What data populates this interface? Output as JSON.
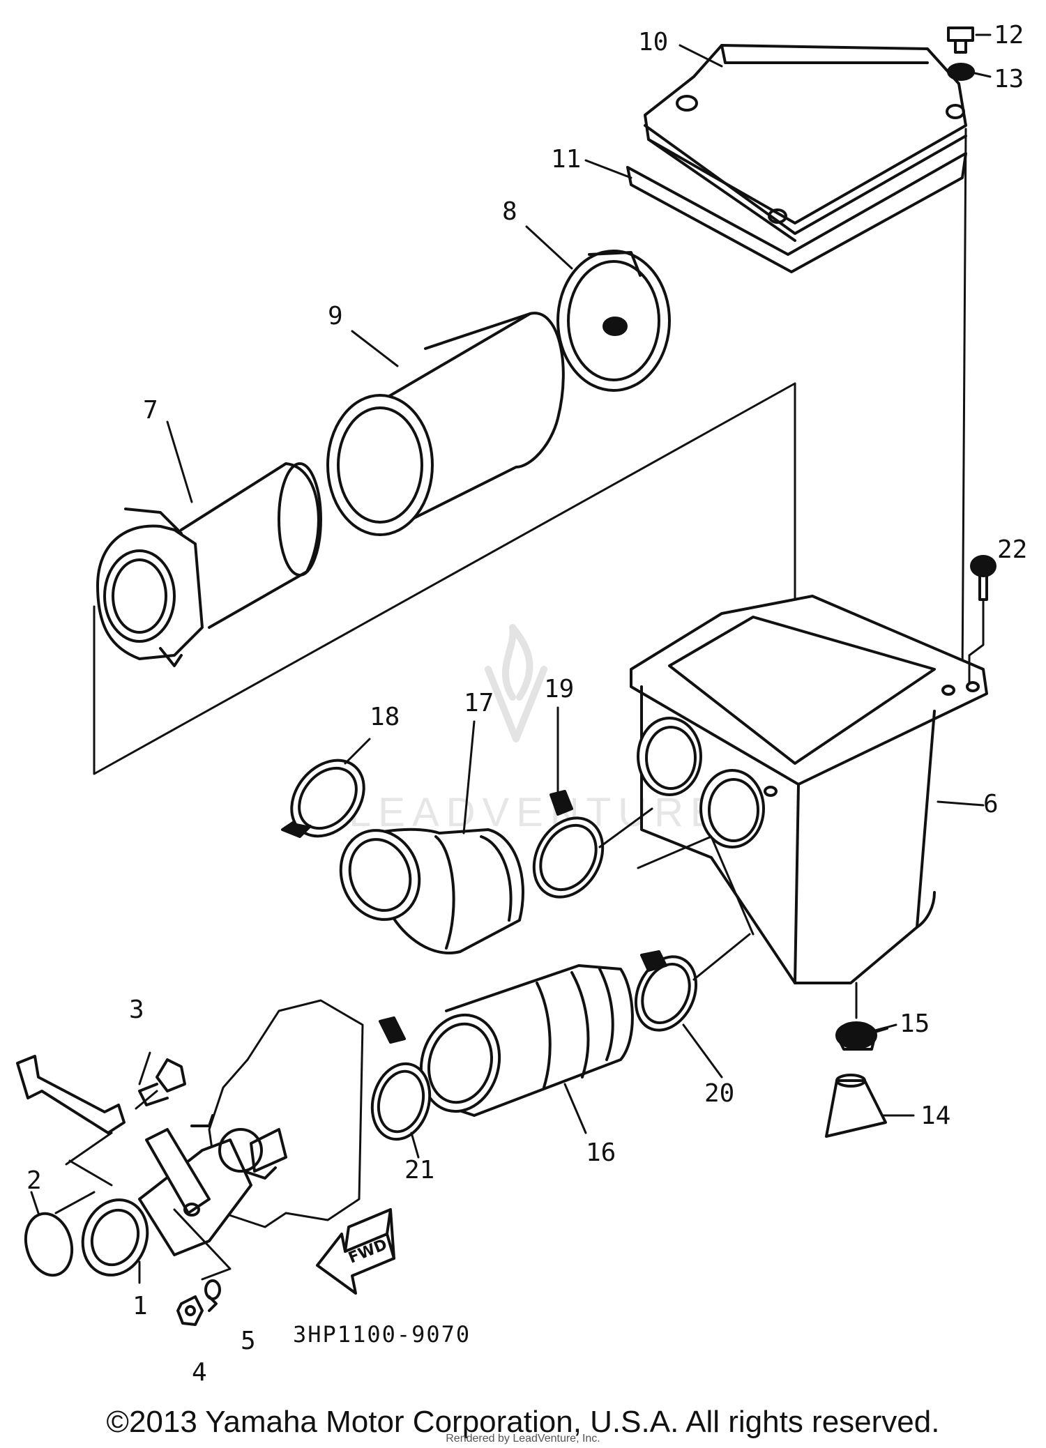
{
  "part_labels": [
    "1",
    "2",
    "3",
    "4",
    "5",
    "6",
    "7",
    "8",
    "9",
    "10",
    "11",
    "12",
    "13",
    "14",
    "15",
    "16",
    "17",
    "18",
    "19",
    "20",
    "21",
    "22"
  ],
  "fwd_label": "FWD",
  "diagram_code": "3HP1100-9070",
  "copyright": "©2013 Yamaha Motor Corporation, U.S.A. All rights reserved.",
  "rendered_by": "Rendered by LeadVenture, Inc.",
  "watermark": "LEADVENTURE"
}
